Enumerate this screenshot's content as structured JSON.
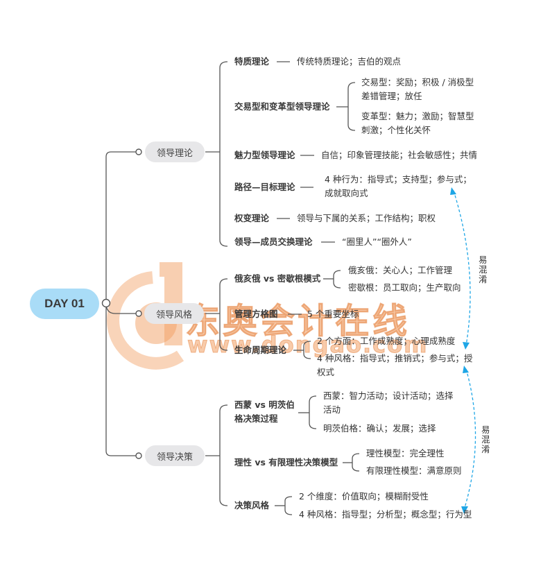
{
  "root": {
    "label": "DAY 01",
    "color": "#a9dcf7"
  },
  "watermark": {
    "brand": "东奥会计在线",
    "url": "www.dongao.com",
    "color": "#f2a064"
  },
  "branches": [
    {
      "label": "领导理论",
      "children": [
        {
          "label": "特质理论",
          "detail": "传统特质理论；吉伯的观点"
        },
        {
          "label": "交易型和变革型领导理论",
          "details": [
            "交易型：奖励；积极 / 消极型差错管理；放任",
            "变革型：魅力；激励；智慧型刺激；个性化关怀"
          ]
        },
        {
          "label": "魅力型领导理论",
          "detail": "自信；印象管理技能；社会敏感性；共情"
        },
        {
          "label": "路径—目标理论",
          "detail": "4 种行为：指导式；支持型；参与式；成就取向式"
        },
        {
          "label": "权变理论",
          "detail": "领导与下属的关系；工作结构；职权"
        },
        {
          "label": "领导—成员交换理论",
          "detail": "“圈里人”“圈外人”"
        }
      ]
    },
    {
      "label": "领导风格",
      "children": [
        {
          "label": "俄亥俄 vs 密歇根模式",
          "details": [
            "俄亥俄：关心人；工作管理",
            "密歇根：员工取向；生产取向"
          ]
        },
        {
          "label": "管理方格图",
          "detail": "5 个重要坐标"
        },
        {
          "label": "生命周期理论",
          "details": [
            "2 个方面：工作成熟度；心理成熟度",
            "4 种风格：指导式；推销式；参与式；授权式"
          ]
        }
      ]
    },
    {
      "label": "领导决策",
      "children": [
        {
          "label": "西蒙 vs 明茨伯格决策过程",
          "details": [
            "西蒙：智力活动；设计活动；选择活动",
            "明茨伯格：确认；发展；选择"
          ]
        },
        {
          "label": "理性 vs 有限理性决策模型",
          "details": [
            "理性模型：完全理性",
            "有限理性模型：满意原则"
          ]
        },
        {
          "label": "决策风格",
          "details": [
            "2 个维度：价值取向；模糊耐受性",
            "4 种风格：指导型；分析型；概念型；行为型"
          ]
        }
      ]
    }
  ],
  "annotations": [
    {
      "label": "易混淆",
      "connects": [
        "路径—目标理论 4种行为",
        "生命周期理论 4种风格"
      ],
      "color": "#1ea6e6"
    },
    {
      "label": "易混淆",
      "connects": [
        "生命周期理论 4种风格",
        "决策风格 4种风格"
      ],
      "color": "#1ea6e6"
    }
  ]
}
